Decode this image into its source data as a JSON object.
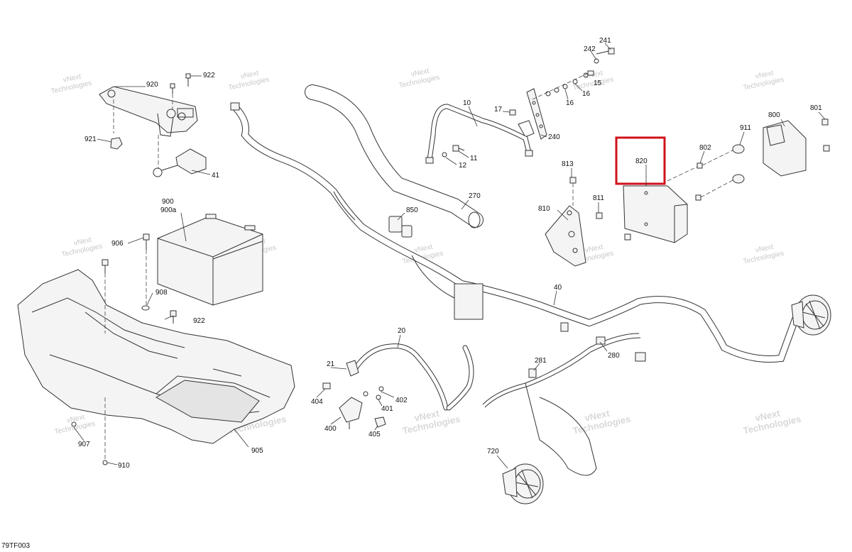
{
  "diagram_code": "79TF003",
  "watermark": {
    "line1": "vNext",
    "line2": "Technologies"
  },
  "highlight": {
    "part": "820",
    "color": "#d0121b"
  },
  "callouts": {
    "c242": "242",
    "c241": "241",
    "c920": "920",
    "c922a": "922",
    "c921": "921",
    "c41": "41",
    "c10": "10",
    "c17": "17",
    "c11": "11",
    "c12": "12",
    "c16a": "16",
    "c16b": "16",
    "c15": "15",
    "c240": "240",
    "c270": "270",
    "c850": "850",
    "c900": "900",
    "c900a": "900a",
    "c906": "906",
    "c908": "908",
    "c922b": "922",
    "c907": "907",
    "c910": "910",
    "c905": "905",
    "c813": "813",
    "c811": "811",
    "c810": "810",
    "c820": "820",
    "c802": "802",
    "c911": "911",
    "c800": "800",
    "c801": "801",
    "c40": "40",
    "c280": "280",
    "c281": "281",
    "c20": "20",
    "c21": "21",
    "c404": "404",
    "c402": "402",
    "c401": "401",
    "c400": "400",
    "c405": "405",
    "c720": "720"
  }
}
